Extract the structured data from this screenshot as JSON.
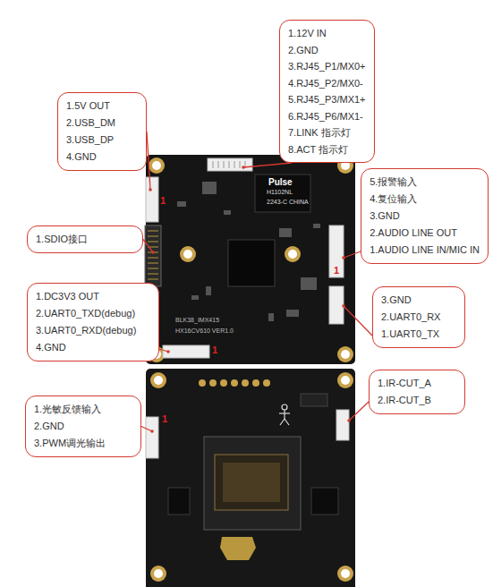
{
  "diagram": {
    "nodes": [
      {
        "text": [
          "1.12V IN",
          "2.GND",
          "3.RJ45_P1/MX0+",
          "4.RJ45_P2/MX0-",
          "5.RJ45_P3/MX1+",
          "6.RJ45_P6/MX1-",
          "7.LINK 指示灯",
          "8.ACT 指示灯"
        ]
      },
      {
        "text": [
          "1.5V OUT",
          "2.USB_DM",
          "3.USB_DP",
          "4.GND"
        ]
      },
      {
        "text": [
          "5.报警输入",
          "4.复位输入",
          "3.GND",
          "2.AUDIO LINE OUT",
          "1.AUDIO LINE IN/MIC IN"
        ]
      },
      {
        "text": [
          "1.SDIO接口"
        ]
      },
      {
        "text": [
          "1.DC3V3 OUT",
          "2.UART0_TXD(debug)",
          "3.UART0_RXD(debug)",
          "4.GND"
        ]
      },
      {
        "text": [
          "3.GND",
          "2.UART0_RX",
          "1.UART0_TX"
        ]
      },
      {
        "text": [
          "1.IR-CUT_A",
          "2.IR-CUT_B"
        ]
      },
      {
        "text": [
          "1.光敏反馈输入",
          "2.GND",
          "3.PWM调光输出"
        ]
      }
    ],
    "labels": [
      "Pulse",
      "H1102NL",
      "2243-C CHINA",
      "BLK38_IMX415",
      "HX16CV610 VER1.0",
      "1",
      "1",
      "1",
      "1"
    ]
  }
}
